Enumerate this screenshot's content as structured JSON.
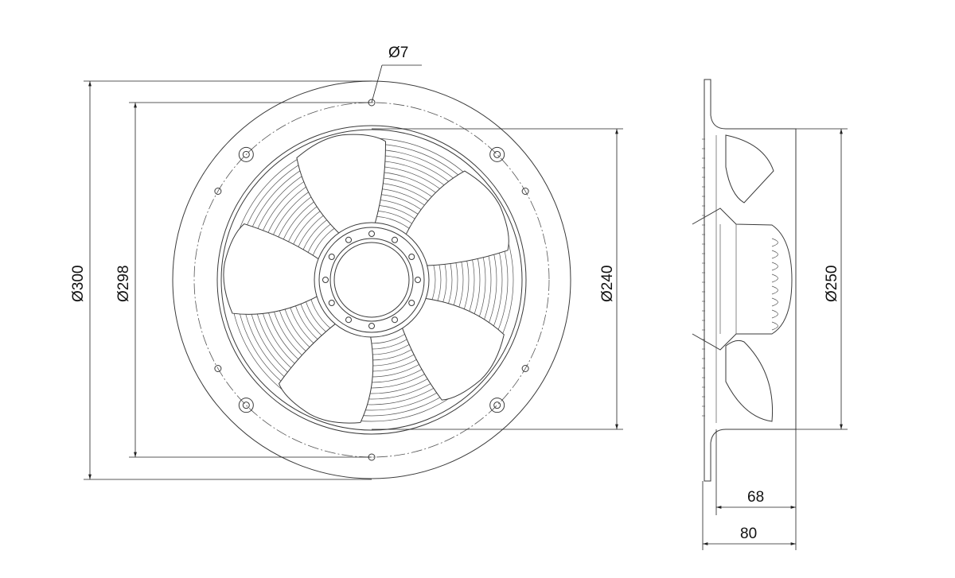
{
  "drawing": {
    "front_view": {
      "hole_label": "Ø7",
      "outer_diameter_label": "Ø300",
      "bolt_circle_label": "Ø298",
      "impeller_diameter_label": "Ø240"
    },
    "side_view": {
      "duct_diameter_label": "Ø250",
      "depth_inner_label": "68",
      "depth_total_label": "80"
    },
    "blade_count": 5
  }
}
